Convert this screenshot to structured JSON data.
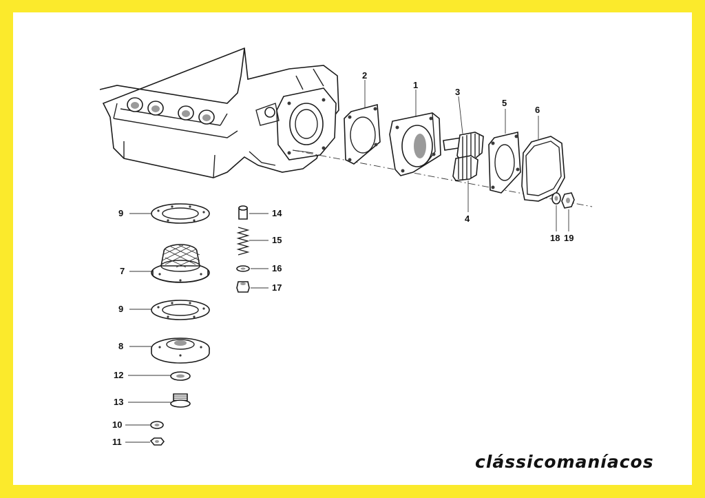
{
  "colors": {
    "frame": "#fbea2c",
    "paper": "#ffffff",
    "ink": "#1b1b1b"
  },
  "watermark": {
    "text": "clássicomaníacos"
  },
  "parts": [
    {
      "label": "1"
    },
    {
      "label": "2"
    },
    {
      "label": "3"
    },
    {
      "label": "4"
    },
    {
      "label": "5"
    },
    {
      "label": "6"
    },
    {
      "label": "18"
    },
    {
      "label": "19"
    },
    {
      "label": "9"
    },
    {
      "label": "7"
    },
    {
      "label": "9"
    },
    {
      "label": "8"
    },
    {
      "label": "12"
    },
    {
      "label": "13"
    },
    {
      "label": "10"
    },
    {
      "label": "11"
    },
    {
      "label": "14"
    },
    {
      "label": "15"
    },
    {
      "label": "16"
    },
    {
      "label": "17"
    }
  ]
}
